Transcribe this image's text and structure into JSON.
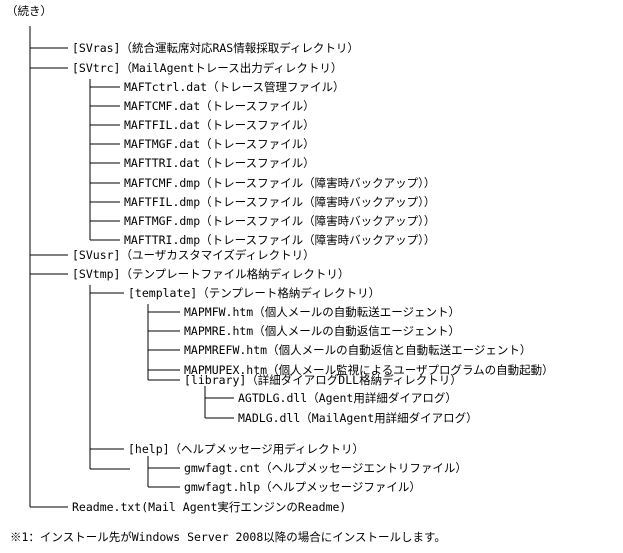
{
  "header": "（続き）",
  "tree": [
    {
      "id": "svras",
      "depth": 0,
      "text": "[SVras]（統合運転席対応RAS情報採取ディレクトリ）"
    },
    {
      "id": "svtrc",
      "depth": 0,
      "text": "[SVtrc]（MailAgentトレース出力ディレクトリ）"
    },
    {
      "id": "maftctrl-dat",
      "depth": 1,
      "text": "MAFTctrl.dat（トレース管理ファイル）"
    },
    {
      "id": "maftcmf-dat",
      "depth": 1,
      "text": "MAFTCMF.dat（トレースファイル）"
    },
    {
      "id": "maftfil-dat",
      "depth": 1,
      "text": "MAFTFIL.dat（トレースファイル）"
    },
    {
      "id": "maftmgf-dat",
      "depth": 1,
      "text": "MAFTMGF.dat（トレースファイル）"
    },
    {
      "id": "maftri-dat",
      "depth": 1,
      "text": "MAFTTRI.dat（トレースファイル）"
    },
    {
      "id": "maftcmf-dmp",
      "depth": 1,
      "text": "MAFTCMF.dmp（トレースファイル（障害時バックアップ））"
    },
    {
      "id": "maftfil-dmp",
      "depth": 1,
      "text": "MAFTFIL.dmp（トレースファイル（障害時バックアップ））"
    },
    {
      "id": "maftmgf-dmp",
      "depth": 1,
      "text": "MAFTMGF.dmp（トレースファイル（障害時バックアップ））"
    },
    {
      "id": "maftri-dmp",
      "depth": 1,
      "text": "MAFTTRI.dmp（トレースファイル（障害時バックアップ））"
    },
    {
      "id": "svusr",
      "depth": 0,
      "text": "[SVusr]（ユーザカスタマイズディレクトリ）"
    },
    {
      "id": "svtmp",
      "depth": 0,
      "text": "[SVtmp]（テンプレートファイル格納ディレクトリ）"
    },
    {
      "id": "template",
      "depth": 1,
      "text": "[template]（テンプレート格納ディレクトリ）"
    },
    {
      "id": "mapmfw",
      "depth": 2,
      "text": "MAPMFW.htm（個人メールの自動転送エージェント）"
    },
    {
      "id": "mapmre",
      "depth": 2,
      "text": "MAPMRE.htm（個人メールの自動返信エージェント）"
    },
    {
      "id": "mapmrefw",
      "depth": 2,
      "text": "MAPMREFW.htm（個人メールの自動返信と自動転送エージェント）"
    },
    {
      "id": "mapmupex",
      "depth": 2,
      "text": "MAPMUPEX.htm（個人メール監視によるユーザプログラムの自動起動）"
    },
    {
      "id": "library",
      "depth": 2,
      "text": "[library]（詳細ダイアログDLL格納ディレクトリ）"
    },
    {
      "id": "agtdlg",
      "depth": 3,
      "text": "AGTDLG.dll（Agent用詳細ダイアログ）"
    },
    {
      "id": "madlg",
      "depth": 3,
      "text": "MADLG.dll（MailAgent用詳細ダイアログ）"
    },
    {
      "id": "help",
      "depth": 1,
      "text": "[help]（ヘルプメッセージ用ディレクトリ）"
    },
    {
      "id": "gmwfagt-cnt",
      "depth": 2,
      "text": "gmwfagt.cnt（ヘルプメッセージエントリファイル）"
    },
    {
      "id": "gmwfagt-hlp",
      "depth": 2,
      "text": "gmwfagt.hlp（ヘルプメッセージファイル）"
    },
    {
      "id": "readme",
      "depth": 0,
      "text": "Readme.txt(Mail Agent実行エンジンのReadme)"
    }
  ],
  "footnote": "※1：インストール先がWindows Server 2008以降の場合にインストールします。"
}
